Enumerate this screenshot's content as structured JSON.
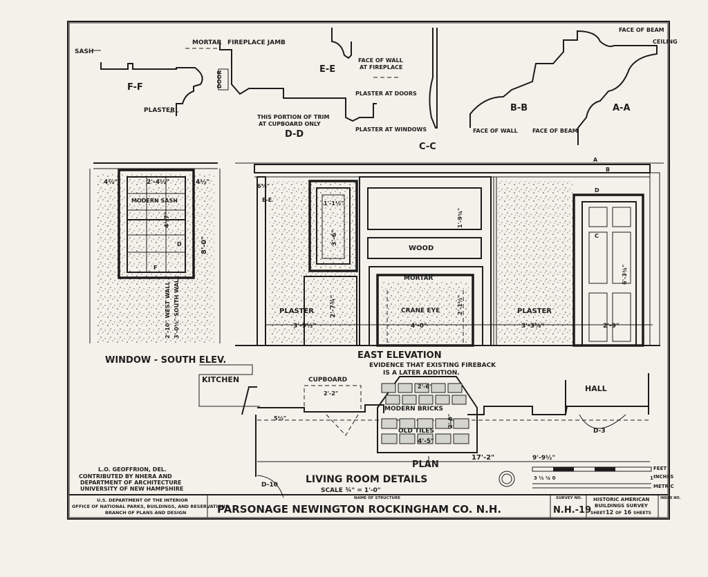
{
  "sections": {
    "ff": {
      "title": "F-F",
      "sash": "SASH",
      "plaster": "PLASTER"
    },
    "dd": {
      "title": "D-D",
      "mortar": "MORTAR",
      "fireplace_jamb": "FIREPLACE JAMB",
      "door": "DOOR",
      "trim_note_1": "THIS PORTION OF TRIM",
      "trim_note_2": "AT CUPBOARD ONLY"
    },
    "ee": {
      "title": "E-E",
      "face_wall_1": "FACE OF WALL",
      "face_wall_2": "AT FIREPLACE",
      "plaster_doors": "PLASTER AT DOORS",
      "plaster_windows": "PLASTER AT WINDOWS"
    },
    "cc": {
      "title": "C-C"
    },
    "bb": {
      "title": "B-B",
      "face_of_wall": "FACE OF WALL",
      "face_of_beam": "FACE OF BEAM"
    },
    "aa": {
      "title": "A-A",
      "face_of_beam": "FACE OF BEAM",
      "ceiling": "CEILING"
    }
  },
  "window": {
    "title": "WINDOW - SOUTH ELEV.",
    "modern_sash": "MODERN SASH",
    "dim_left": "4½\"",
    "dim_width": "2'-4½\"",
    "dim_right": "4½\"",
    "dim_sash_h": "4'-7\"",
    "dim_height": "8'-0\"",
    "west_wall": "2'-10\" WEST WALL",
    "south_wall": "3'-0½\" SOUTH WALL",
    "cut_d": "D",
    "cut_f": "F"
  },
  "elevation": {
    "title": "EAST ELEVATION",
    "plaster_left": "PLASTER",
    "plaster_right": "PLASTER",
    "wood": "WOOD",
    "mortar": "MORTAR",
    "crane_eye": "CRANE EYE",
    "dim_left_panel": "3'-9½\"",
    "dim_fireplace": "4'-0\"",
    "dim_right_panel": "3'-3⅝\"",
    "dim_door": "2'-9\"",
    "dim_cupboard_h": "3'-6\"",
    "dim_cupboard_w": "1'-1½\"",
    "dim_low": "2'-7¾\"",
    "dim_over_mantel": "1'-9¾\"",
    "dim_door_h": "6'-3¾\"",
    "dim_fire_h": "2'-1½\"",
    "dim_top": "6⅝\"",
    "cut_a": "A",
    "cut_b": "B",
    "cut_c": "C",
    "cut_d": "D",
    "cut_e": "E-E"
  },
  "plan": {
    "title": "PLAN",
    "kitchen": "KITCHEN",
    "hall": "HALL",
    "cupboard": "CUPBOARD",
    "cupboard_w": "2'-2\"",
    "evidence_1": "EVIDENCE THAT EXISTING FIREBACK",
    "evidence_2": "IS A LATER ADDITION.",
    "modern_bricks": "MODERN BRICKS",
    "old_tiles": "OLD TILES",
    "dim_hearth_top": "2'-6\"",
    "dim_hearth": "4'-5\"",
    "dim_depth": "2'-0\"",
    "dim_long": "17'-2\"",
    "dim_mid": "9'-9½\"",
    "door_d3": "D-3",
    "door_d10": "D-10",
    "dim_small": "5½\""
  },
  "sheet": {
    "drawing_title": "LIVING ROOM DETAILS",
    "scale": "SCALE ¾\" = 1'-0\"",
    "delineator": "L.O. GEOFFRION, DEL.",
    "contrib_1": "CONTRIBUTED BY NHERA AND",
    "contrib_2": "DEPARTMENT OF ARCHITECTURE",
    "contrib_3": "UNIVERSITY OF NEW HAMPSHIRE",
    "scale_feet": "FEET",
    "scale_inches": "INCHES",
    "scale_metric": "METRIC",
    "scale_nums": "3 ½ ¼ 0",
    "scale_one": "1"
  },
  "titleblock": {
    "dept_1": "U.S. DEPARTMENT OF THE INTERIOR",
    "dept_2": "OFFICE OF NATIONAL PARKS, BUILDINGS, AND RESERVATIONS",
    "dept_3": "BRANCH OF PLANS AND DESIGN",
    "name_label": "NAME OF STRUCTURE",
    "name": "PARSONAGE NEWINGTON ROCKINGHAM CO. N.H.",
    "survey_label": "SURVEY NO.",
    "survey": "N.H.-19",
    "habs_1": "HISTORIC AMERICAN",
    "habs_2": "BUILDINGS SURVEY",
    "sheet_word": "SHEET",
    "sheet_no": "12",
    "of_word": "OF",
    "sheet_total": "16",
    "sheets_word": "SHEETS",
    "index_label": "INDEX NO."
  }
}
